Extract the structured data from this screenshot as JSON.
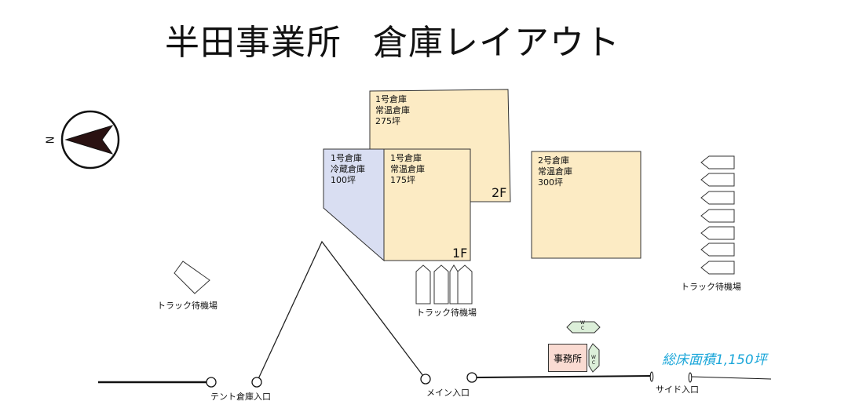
{
  "title": {
    "name": "半田事業所",
    "subtitle": "倉庫レイアウト"
  },
  "compass": {
    "label": "N",
    "icon": "north-arrow-icon"
  },
  "warehouses": [
    {
      "id": "wh1-2f",
      "line1": "1号倉庫",
      "line2": "常温倉庫",
      "line3": "275坪",
      "color": "#fcebc4"
    },
    {
      "id": "wh1-cold",
      "line1": "1号倉庫",
      "line2": "冷蔵倉庫",
      "line3": "100坪",
      "color": "#d9def2"
    },
    {
      "id": "wh1-1f",
      "line1": "1号倉庫",
      "line2": "常温倉庫",
      "line3": "175坪",
      "color": "#fcebc4"
    },
    {
      "id": "wh2",
      "line1": "2号倉庫",
      "line2": "常温倉庫",
      "line3": "300坪",
      "color": "#fcebc4"
    }
  ],
  "floors": {
    "upper": "2F",
    "lower": "1F"
  },
  "truck_areas": {
    "left": "トラック待機場",
    "center": "トラック待機場",
    "right": "トラック待機場"
  },
  "entrances": {
    "tent": "テント倉庫入口",
    "main": "メイン入口",
    "side": "サイド入口"
  },
  "office": "事務所",
  "wc": {
    "top": "W",
    "bottom": "C"
  },
  "total_area": "総床面積1,150坪"
}
